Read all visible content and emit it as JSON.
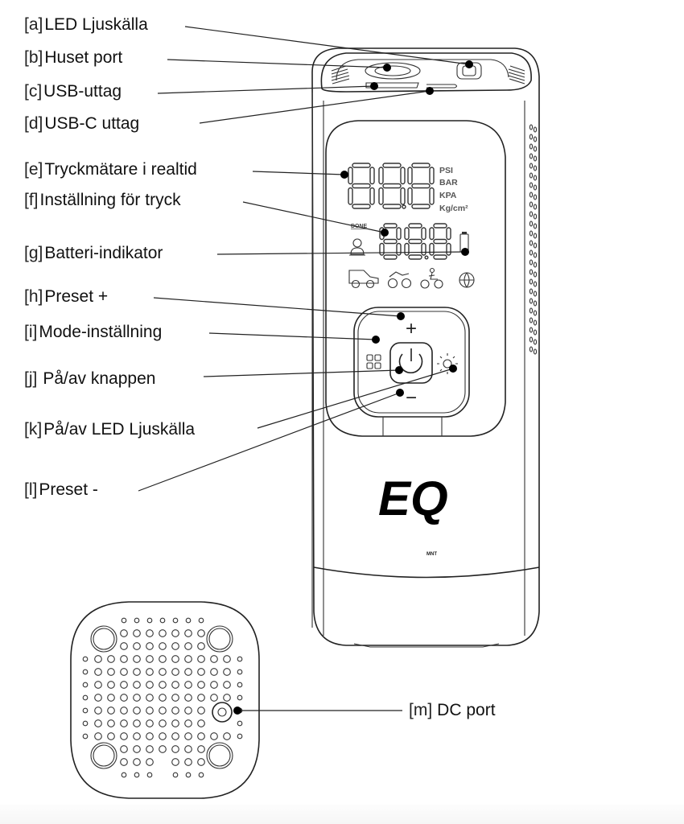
{
  "callouts": [
    {
      "tag": "[a]",
      "text": "LED Ljuskälla"
    },
    {
      "tag": "[b]",
      "text": "Huset port"
    },
    {
      "tag": "[c]",
      "text": "USB-uttag"
    },
    {
      "tag": "[d]",
      "text": "USB-C uttag"
    },
    {
      "tag": "[e]",
      "text": "Tryckmätare i realtid"
    },
    {
      "tag": "[f]",
      "text": "Inställning för tryck"
    },
    {
      "tag": "[g]",
      "text": "Batteri-indikator"
    },
    {
      "tag": "[h]",
      "text": "Preset +"
    },
    {
      "tag": "[i]",
      "text": "Mode-inställning"
    },
    {
      "tag": "[j]",
      "text": "På/av knappen"
    },
    {
      "tag": "[k]",
      "text": "På/av LED Ljuskälla"
    },
    {
      "tag": "[l]",
      "text": "Preset -"
    },
    {
      "tag": "[m]",
      "text": "DC port"
    }
  ],
  "display": {
    "units": [
      "PSI",
      "BAR",
      "KPA",
      "Kg/cm²"
    ],
    "done_label": "DONE",
    "mode_icons": [
      "car-icon",
      "atv-icon",
      "bicycle-icon",
      "ball-icon"
    ]
  },
  "buttons": {
    "plus": "+",
    "minus": "−"
  },
  "logo": {
    "main": "EQ",
    "sub": "MNT"
  }
}
